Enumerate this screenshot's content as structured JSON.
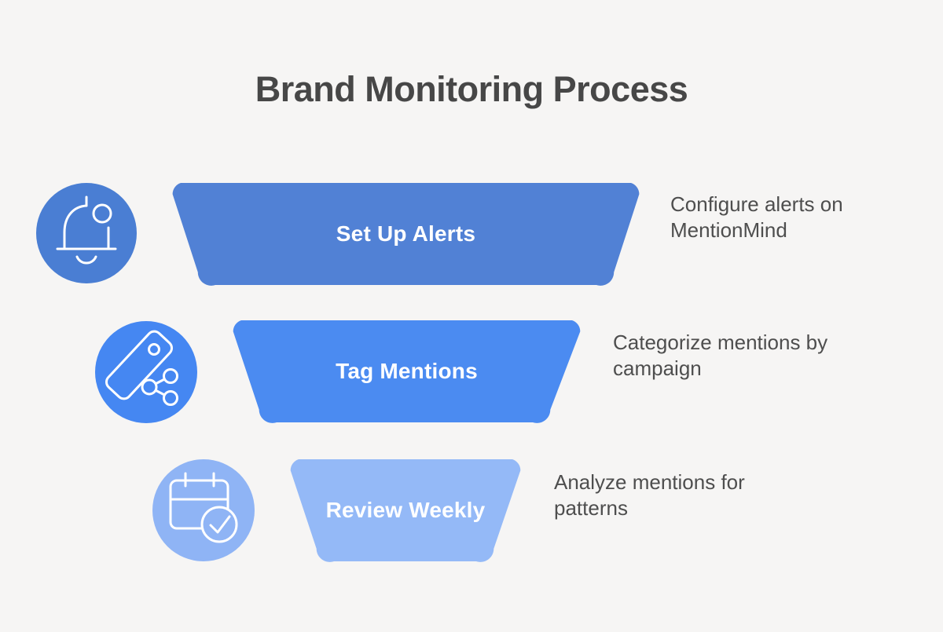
{
  "title": "Brand Monitoring Process",
  "background_color": "#f6f5f4",
  "title_color": "#474747",
  "description_text_color": "#4e4e4e",
  "funnel_label_text_color": "#ffffff",
  "icon_stroke_color": "#ffffff",
  "steps": [
    {
      "label": "Set Up Alerts",
      "description": "Configure alerts on MentionMind",
      "icon": "bell-notification-icon",
      "funnel_color": "#5181d5",
      "icon_circle_color": "#4a7ed3"
    },
    {
      "label": "Tag Mentions",
      "description": "Categorize mentions by campaign",
      "icon": "tag-share-icon",
      "funnel_color": "#4b8bf1",
      "icon_circle_color": "#4587f2"
    },
    {
      "label": "Review Weekly",
      "description": "Analyze mentions for patterns",
      "icon": "calendar-check-icon",
      "funnel_color": "#94b9f7",
      "icon_circle_color": "#8fb4f5"
    }
  ]
}
